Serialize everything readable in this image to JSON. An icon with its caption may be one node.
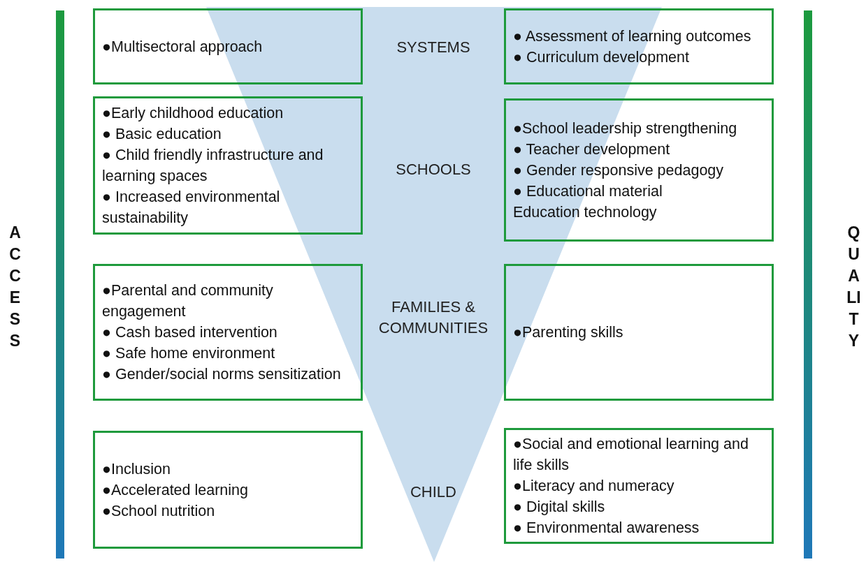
{
  "diagram": {
    "nodes": [
      {
        "text": [
          "●Multisectoral approach"
        ]
      },
      {
        "text": [
          "● Assessment of learning outcomes",
          "● Curriculum development"
        ]
      },
      {
        "text": [
          "●Early childhood education",
          "● Basic education",
          "● Child friendly infrastructure and learning spaces",
          "● Increased environmental sustainability"
        ]
      },
      {
        "text": [
          "●School leadership strengthening",
          "● Teacher development",
          "● Gender responsive pedagogy",
          "● Educational material",
          "Education technology"
        ]
      },
      {
        "text": [
          "●Parental and community engagement",
          "● Cash based intervention",
          "● Safe home environment",
          "● Gender/social norms sensitization"
        ]
      },
      {
        "text": [
          "●Parenting skills"
        ]
      },
      {
        "text": [
          "●Inclusion",
          "●Accelerated learning",
          "●School nutrition"
        ]
      },
      {
        "text": [
          "●Social and emotional learning and life skills",
          "●Literacy and numeracy",
          "● Digital skills",
          "● Environmental awareness"
        ]
      }
    ],
    "labels": [
      "ACCESS",
      "SYSTEMS",
      "SCHOOLS",
      "FAMILIES & COMMUNITIES",
      "CHILD",
      "QUALITY"
    ]
  }
}
